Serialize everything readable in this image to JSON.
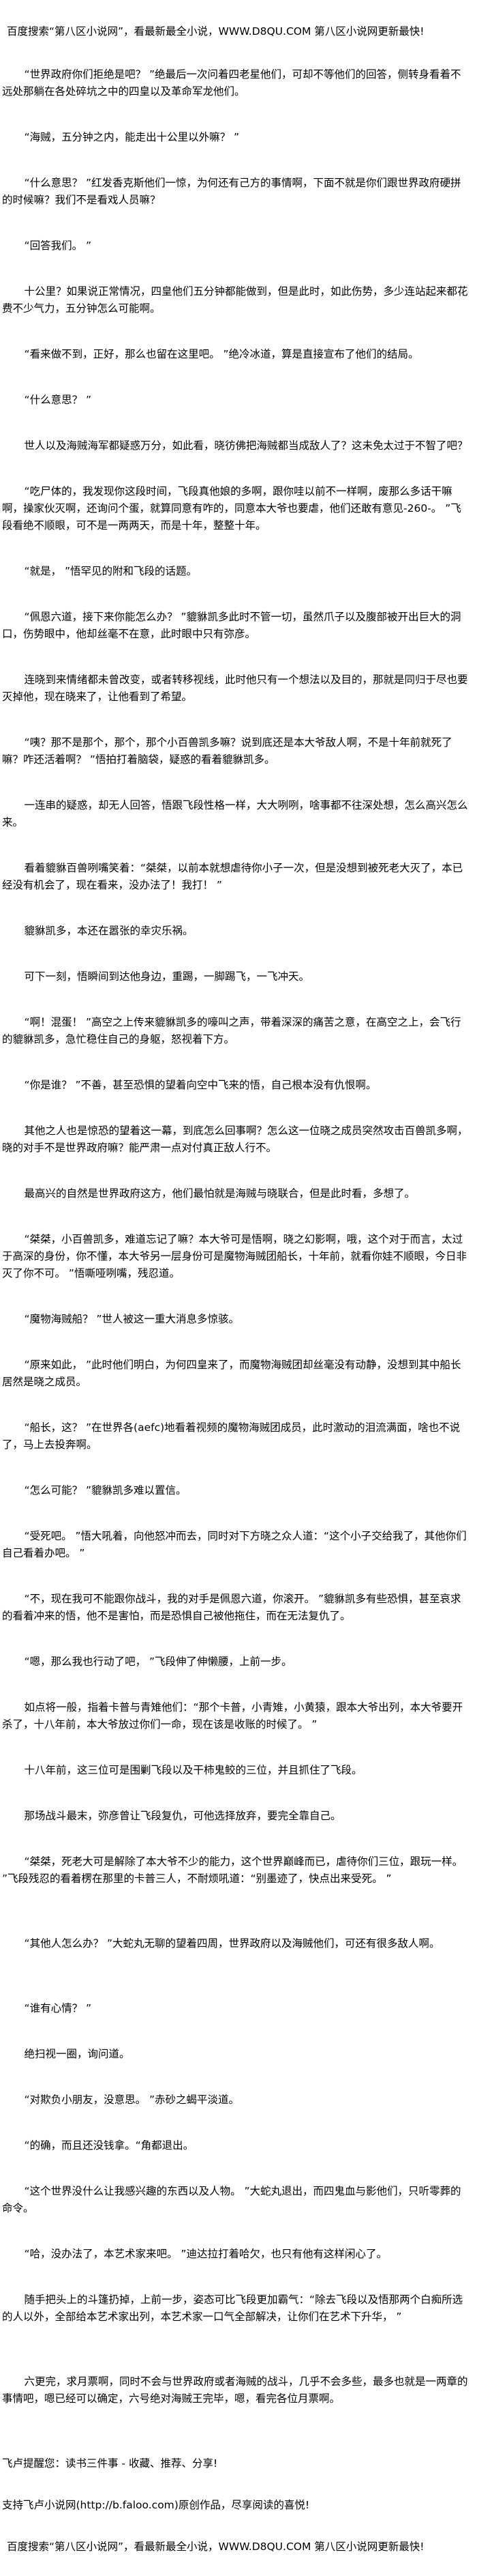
{
  "header_banner": "百度搜索“第八区小说网”，看最新最全小说，WWW.D8QU.COM  第八区小说网更新最快!",
  "paragraphs": [
    "“世界政府你们拒绝是吧？ ”绝最后一次问着四老星他们，可却不等他们的回答，侧转身看着不远处那躺在各处碎坑之中的四皇以及革命军龙他们。",
    "“海贼，五分钟之内，能走出十公里以外嘛？ ”",
    "“什么意思？ ”红发香克斯他们一惊，为何还有己方的事情啊，下面不就是你们跟世界政府硬拼的时候嘛？我们不是看戏人员嘛？",
    "“回答我们。 ”",
    "十公里？如果说正常情况，四皇他们五分钟都能做到，但是此时，如此伤势，多少连站起来都花费不少气力，五分钟怎么可能啊。",
    "“看来做不到，正好，那么也留在这里吧。 ”绝冷冰道，算是直接宣布了他们的结局。",
    "“什么意思？ ”",
    "世人以及海贼海军都疑惑万分，如此看，晓彷佛把海贼都当成敌人了？这未免太过于不智了吧？",
    "“吃尸体的，我发现你这段时间，飞段真他娘的多啊，跟你哇以前不一样啊，废那么多话干嘛啊，操家伙灭啊，还询问个蛋，就算同意有咋的，同意本大爷也要虐，他们还敢有意见-260-。 ”飞段看绝不顺眼，可不是一两两天，而是十年，整整十年。",
    "“就是， ”悟罕见的附和飞段的话题。",
    "“佩恩六道，接下来你能怎么办？ ”貔貅凯多此时不管一切，虽然爪子以及腹部被开出巨大的洞口，伤势眼中，他却丝毫不在意，此时眼中只有弥彦。",
    "连晓到来情绪都未曾改变，或者转移视线，此时他只有一个想法以及目的，那就是同归于尽也要灭掉他，现在晓来了，让他看到了希望。",
    "“咦？那不是那个，那个，那个小百兽凯多嘛？说到底还是本大爷敌人啊，不是十年前就死了嘛？咋还活着啊？ ”悟拍打着脑袋，疑惑的看着貔貅凯多。",
    "一连串的疑惑，却无人回答，悟跟飞段性格一样，大大咧咧，啥事都不往深处想，怎么高兴怎么来。",
    "看着貔貅百兽咧嘴笑着：“桀桀，以前本就想虐待你小子一次，但是没想到被死老大灭了，本已经没有机会了，现在看来，没办法了！我打！ ”",
    "貔貅凯多，本还在嚣张的幸灾乐祸。",
    "可下一刻，悟瞬间到达他身边，重踢，一脚踢飞，一飞冲天。",
    "“啊！混蛋！ ”高空之上传来貔貅凯多的嚎叫之声，带着深深的痛苦之意，在高空之上，会飞行的貔貅凯多，急忙稳住自己的身躯，怒视着下方。",
    "“你是谁？ ”不善，甚至恐惧的望着向空中飞来的悟，自己根本没有仇恨啊。",
    "其他之人也是惊恐的望着这一幕，到底怎么回事啊？怎么这一位晓之成员突然攻击百兽凯多啊，晓的对手不是世界政府嘛？能严肃一点对付真正敌人行不。",
    "最高兴的自然是世界政府这方，他们最怕就是海贼与晓联合，但是此时看，多想了。",
    "“桀桀，小百兽凯多，难道忘记了嘛？本大爷可是悟啊，晓之幻影啊，哦，这个对于而言，太过于高深的身份，你不懂，本大爷另一层身份可是魔物海贼团船长，十年前，就看你娃不顺眼，今日非灭了你不可。 ”悟嘶哑咧嘴，残忍道。",
    "“魔物海贼船？ ”世人被这一重大消息多惊骇。",
    "“原来如此， ”此时他们明白，为何四皇来了，而魔物海贼团却丝毫没有动静，没想到其中船长居然是晓之成员。",
    "“船长，这？ ”在世界各(aefc)地看着视频的魔物海贼团成员，此时激动的泪流满面，啥也不说了，马上去投奔啊。",
    "“怎么可能？ ”貔貅凯多难以置信。",
    "“受死吧。 ”悟大吼着，向他怒冲而去，同时对下方晓之众人道：“这个小子交给我了，其他你们自己看着办吧。 ”",
    "“不，现在我可不能跟你战斗，我的对手是佩恩六道，你滚开。 ”貔貅凯多有些恐惧，甚至哀求的看着冲来的悟，他不是害怕，而是恐惧自己被他拖住，而在无法复仇了。",
    "“嗯，那么我也行动了吧， ”飞段伸了伸懒腰，上前一步。",
    "如点将一般，指着卡普与青雉他们：“那个卡普，小青雉，小黄猿，跟本大爷出列，本大爷要开杀了，十八年前，本大爷放过你们一命，现在该是收账的时候了。 ”",
    "十八年前，这三位可是围剿飞段以及干柿鬼鲛的三位，并且抓住了飞段。",
    "那场战斗最末，弥彦曾让飞段复仇，可他选择放弃，要完全靠自己。",
    "“桀桀，死老大可是解除了本大爷不少的能力，这个世界巅峰而已，虐待你们三位，跟玩一样。 ”飞段残忍的看着楞在那里的卡普三人，不耐烦吼道：“别墨迹了，快点出来受死。 ”",
    "“其他人怎么办？ ”大蛇丸无聊的望着四周，世界政府以及海贼他们，可还有很多敌人啊。",
    "“谁有心情？ ”",
    "绝扫视一圈，询问道。",
    "“对欺负小朋友，没意思。 ”赤砂之蝎平淡道。",
    "“的确，而且还没钱拿。“角都退出。",
    "“这个世界没什么让我感兴趣的东西以及人物。 ”大蛇丸退出，而四鬼血与影他们，只听零葬的命令。",
    "“哈，没办法了，本艺术家来吧。 ”迪达拉打着哈欠，也只有他有这样闲心了。",
    "随手把头上的斗篷扔掉，上前一步，姿态可比飞段更加霸气：“除去飞段以及悟那两个白痴所选的人以外，全部给本艺术家出列，本艺术家一口气全部解决，让你们在艺术下升华， ”",
    "六更完，求月票啊，同时不会与世界政府或者海贼的战斗，几乎不会多些，最多也就是一两章的事情吧，嗯已经可以确定，六号绝对海贼王完毕，嗯，看完各位月票啊。"
  ],
  "footer": {
    "reminder": "飞卢提醒您：读书三件事 - 收藏、推荐、分享!",
    "support": "支持飞卢小说网(http://b.faloo.com)原创作品，尽享阅读的喜悦!",
    "banner": "百度搜索“第八区小说网”，看最新最全小说，WWW.D8QU.COM  第八区小说网更新最快!"
  }
}
